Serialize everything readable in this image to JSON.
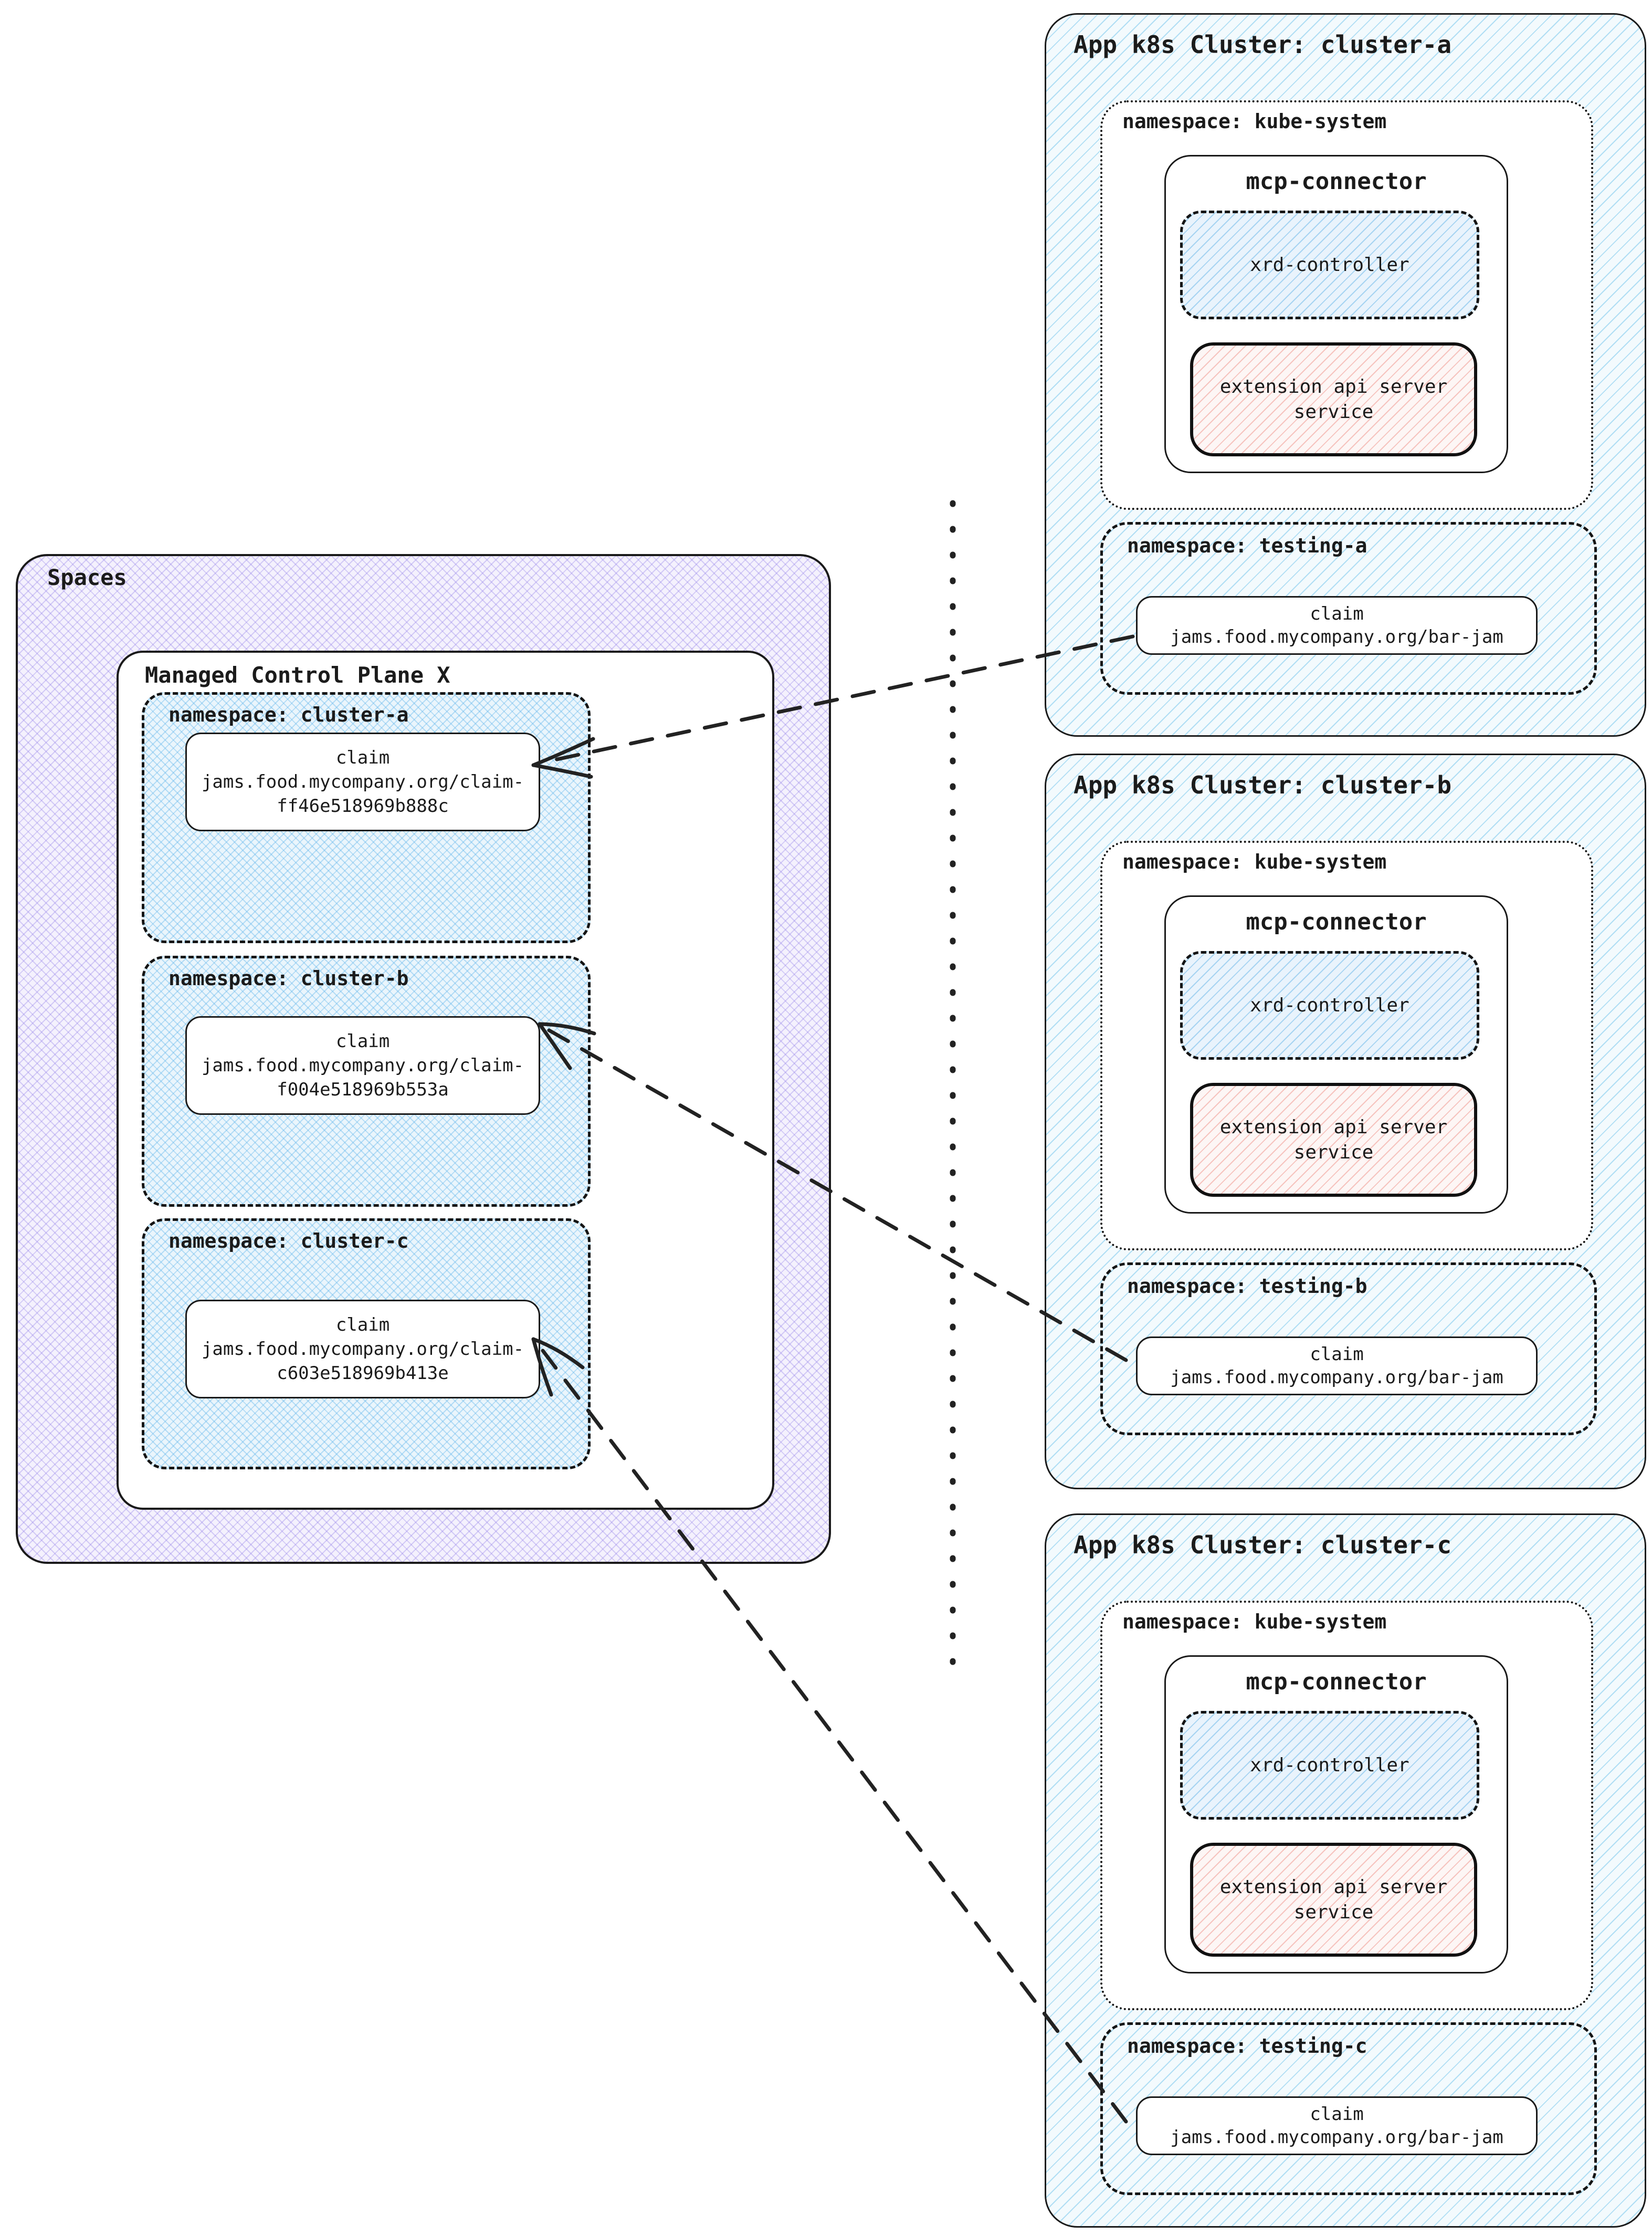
{
  "colors": {
    "ink": "#1b1b1b",
    "purple_hatch": "#8c78e6",
    "blue_hatch": "#5fb5e5",
    "red_hatch": "#e8837a"
  },
  "spaces": {
    "label": "Spaces",
    "control_plane": {
      "label": "Managed Control Plane X",
      "namespaces": [
        {
          "label": "namespace: cluster-a",
          "claim": {
            "title": "claim",
            "line1": "jams.food.mycompany.org/claim-",
            "line2": "ff46e518969b888c"
          }
        },
        {
          "label": "namespace: cluster-b",
          "claim": {
            "title": "claim",
            "line1": "jams.food.mycompany.org/claim-",
            "line2": "f004e518969b553a"
          }
        },
        {
          "label": "namespace: cluster-c",
          "claim": {
            "title": "claim",
            "line1": "jams.food.mycompany.org/claim-",
            "line2": "c603e518969b413e"
          }
        }
      ]
    }
  },
  "clusters": [
    {
      "title": "App k8s Cluster: cluster-a",
      "kube_system": {
        "label": "namespace: kube-system",
        "mcp_connector": {
          "label": "mcp-connector",
          "xrd_controller": {
            "label": "xrd-controller"
          },
          "extension_api": {
            "line1": "extension api server",
            "line2": "service"
          }
        }
      },
      "testing": {
        "label": "namespace: testing-a",
        "claim": {
          "title": "claim",
          "line": "jams.food.mycompany.org/bar-jam"
        }
      }
    },
    {
      "title": "App k8s Cluster: cluster-b",
      "kube_system": {
        "label": "namespace: kube-system",
        "mcp_connector": {
          "label": "mcp-connector",
          "xrd_controller": {
            "label": "xrd-controller"
          },
          "extension_api": {
            "line1": "extension api server",
            "line2": "service"
          }
        }
      },
      "testing": {
        "label": "namespace: testing-b",
        "claim": {
          "title": "claim",
          "line": "jams.food.mycompany.org/bar-jam"
        }
      }
    },
    {
      "title": "App k8s Cluster: cluster-c",
      "kube_system": {
        "label": "namespace: kube-system",
        "mcp_connector": {
          "label": "mcp-connector",
          "xrd_controller": {
            "label": "xrd-controller"
          },
          "extension_api": {
            "line1": "extension api server",
            "line2": "service"
          }
        }
      },
      "testing": {
        "label": "namespace: testing-c",
        "claim": {
          "title": "claim",
          "line": "jams.food.mycompany.org/bar-jam"
        }
      }
    }
  ]
}
